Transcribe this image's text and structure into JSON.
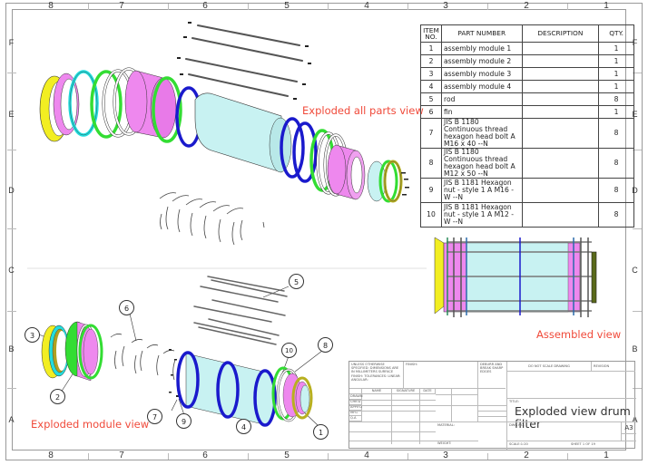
{
  "sheet": {
    "zones_top": [
      "8",
      "7",
      "6",
      "5",
      "4",
      "3",
      "2",
      "1"
    ],
    "zones_bottom": [
      "8",
      "7",
      "6",
      "5",
      "4",
      "3",
      "2",
      "1"
    ],
    "zones_side": [
      "F",
      "E",
      "D",
      "C",
      "B",
      "A"
    ]
  },
  "bom": {
    "headers": {
      "item": "ITEM NO.",
      "part": "PART NUMBER",
      "desc": "DESCRIPTION",
      "qty": "QTY."
    },
    "rows": [
      {
        "item": "1",
        "part": "assembly module 1",
        "desc": "",
        "qty": "1"
      },
      {
        "item": "2",
        "part": "assembly module 2",
        "desc": "",
        "qty": "1"
      },
      {
        "item": "3",
        "part": "assembly module 3",
        "desc": "",
        "qty": "1"
      },
      {
        "item": "4",
        "part": "assembly module 4",
        "desc": "",
        "qty": "1"
      },
      {
        "item": "5",
        "part": "rod",
        "desc": "",
        "qty": "8"
      },
      {
        "item": "6",
        "part": "fin",
        "desc": "",
        "qty": "1"
      },
      {
        "item": "7",
        "part": "JIS B 1180 Continuous thread hexagon head bolt A M16 x 40 --N",
        "desc": "",
        "qty": "8"
      },
      {
        "item": "8",
        "part": "JIS B 1180 Continuous thread hexagon head bolt A M12 x 50 --N",
        "desc": "",
        "qty": "8"
      },
      {
        "item": "9",
        "part": "JIS B 1181 Hexagon nut - style 1 A M16 - W --N",
        "desc": "",
        "qty": "8"
      },
      {
        "item": "10",
        "part": "JIS B 1181 Hexagon nut - style 1 A M12 - W --N",
        "desc": "",
        "qty": "8"
      }
    ]
  },
  "views": {
    "exploded_all": "Exploded all parts view",
    "assembled": "Assembled view",
    "exploded_module": "Exploded module view"
  },
  "balloons": [
    "1",
    "2",
    "3",
    "4",
    "5",
    "6",
    "7",
    "8",
    "9",
    "10"
  ],
  "colors": {
    "annotation_red": "#f04a3a",
    "drum_cyan": "#c8f2f2",
    "flange_blue": "#1a1acc",
    "ring_green": "#33dd33",
    "module_pink": "#ee88ee",
    "end_yellow": "#f2ee22",
    "ring_cyan": "#22dddd"
  },
  "title_block": {
    "unless": "UNLESS OTHERWISE SPECIFIED: DIMENSIONS ARE IN MILLIMETERS SURFACE FINISH: TOLERANCES: LINEAR: ANGULAR:",
    "finish": "FINISH:",
    "deburr": "DEBURR AND BREAK SHARP EDGES",
    "do_not_scale": "DO NOT SCALE DRAWING",
    "revision": "REVISION",
    "name": "NAME",
    "signature": "SIGNATURE",
    "date": "DATE",
    "drawn": "DRAWN",
    "chkd": "CHK'D",
    "appvd": "APPV'D",
    "mfg": "MFG",
    "qa": "Q.A",
    "material": "MATERIAL:",
    "weight": "WEIGHT:",
    "title_label": "TITLE:",
    "title": "Exploded view drum filter",
    "dwg_no": "DWG NO.",
    "size": "A3",
    "scale": "SCALE:1:20",
    "sheet": "SHEET 1 OF 19"
  }
}
